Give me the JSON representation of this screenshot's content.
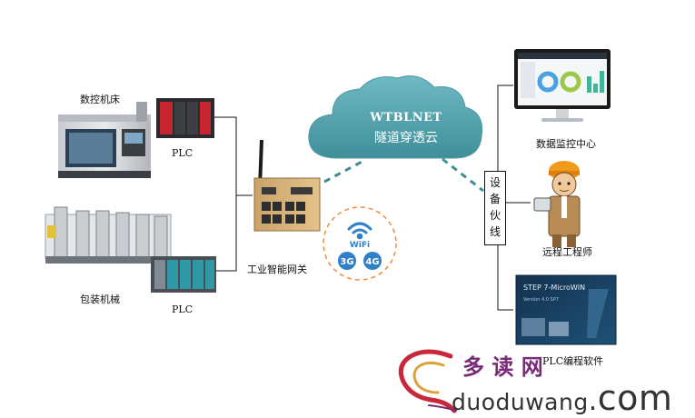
{
  "labels": {
    "cnc": "数控机床",
    "plc_top": "PLC",
    "packaging": "包装机械",
    "plc_bottom": "PLC",
    "gateway": "工业智能网关",
    "monitor": "数据监控中心",
    "engineer": "远程工程师",
    "plc_software": "PLC编程软件"
  },
  "cloud": {
    "line1": "WTBLNET",
    "line2": "隧道穿透云"
  },
  "bus": {
    "chars": [
      "设",
      "备",
      "伙",
      "线"
    ]
  },
  "wifi_badge": {
    "wifi": "WiFi",
    "g3": "3G",
    "g4": "4G"
  },
  "software_screen": {
    "line1": "STEP 7-MicroWIN",
    "line2": "Version 4.0 SP7"
  },
  "watermark": {
    "cn": "多 读 网",
    "en": "duoduwang",
    "dot": ".",
    "com": "com"
  },
  "colors": {
    "cloud": "#5fa9b4",
    "dashed": "#3f8e96",
    "wifi_ring": "#f08a3c",
    "badge": "#2f80c9",
    "watermark_red": "#c9283a"
  }
}
